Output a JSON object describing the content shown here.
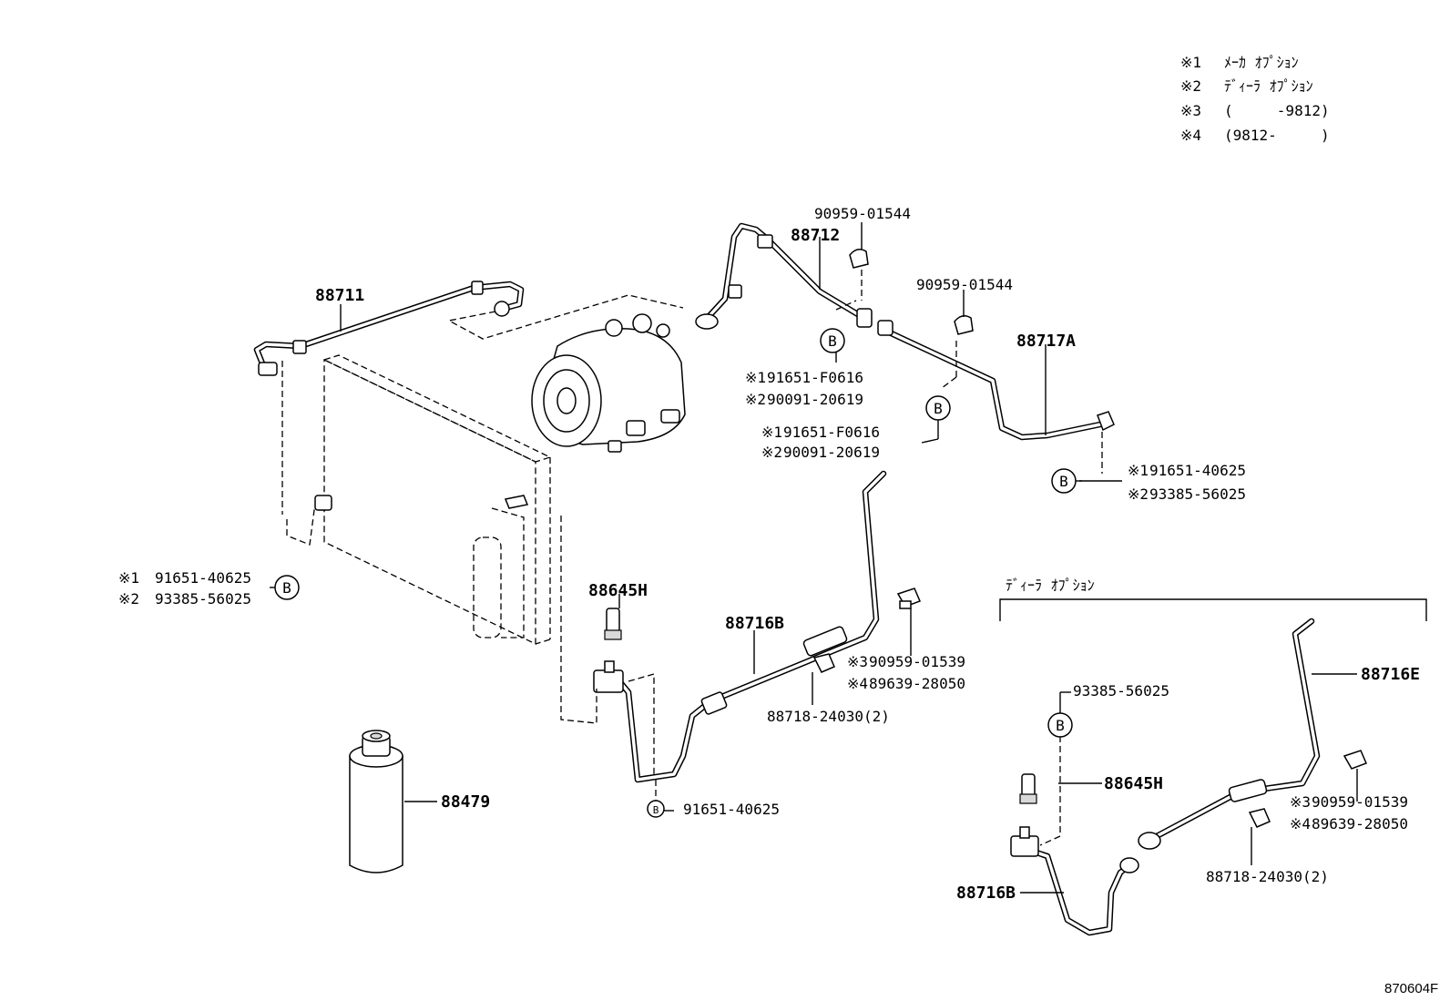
{
  "legend": [
    {
      "mark": "※1",
      "text": "ﾒｰｶ ｵﾌﾟｼｮﾝ"
    },
    {
      "mark": "※2",
      "text": "ﾃﾞｨｰﾗ ｵﾌﾟｼｮﾝ"
    },
    {
      "mark": "※3",
      "text": "(     -9812)"
    },
    {
      "mark": "※4",
      "text": "(9812-     )"
    }
  ],
  "dealer_option_title": "ﾃﾞｨｰﾗ ｵﾌﾟｼｮﾝ",
  "circle_letter": "B",
  "parts": {
    "p88711": "88711",
    "p88712": "88712",
    "p88717A": "88717A",
    "p88645H_main": "88645H",
    "p88716B_main": "88716B",
    "p88479": "88479",
    "p88716E": "88716E",
    "p88645H_opt": "88645H",
    "p88716B_opt": "88716B",
    "clamp_top_a": "90959-01544",
    "clamp_top_b": "90959-01544",
    "bolt_b1_m1": "91651-F0616",
    "bolt_b1_m2": "90091-20619",
    "bolt_b2_m1": "91651-F0616",
    "bolt_b2_m2": "90091-20619",
    "bolt_right_m1": "91651-40625",
    "bolt_right_m2": "93385-56025",
    "bolt_left_m1": "91651-40625",
    "bolt_left_m2": "93385-56025",
    "clamp_mid_m3": "90959-01539",
    "clamp_mid_m4": "89639-28050",
    "holder_mid": "88718-24030(2)",
    "bolt_bottom": "91651-40625",
    "opt_bolt": "93385-56025",
    "opt_clamp_m3": "90959-01539",
    "opt_clamp_m4": "89639-28050",
    "opt_holder": "88718-24030(2)"
  },
  "marks": {
    "m1": "※1",
    "m2": "※2",
    "m3": "※3",
    "m4": "※4"
  },
  "figure_number": "870604F"
}
